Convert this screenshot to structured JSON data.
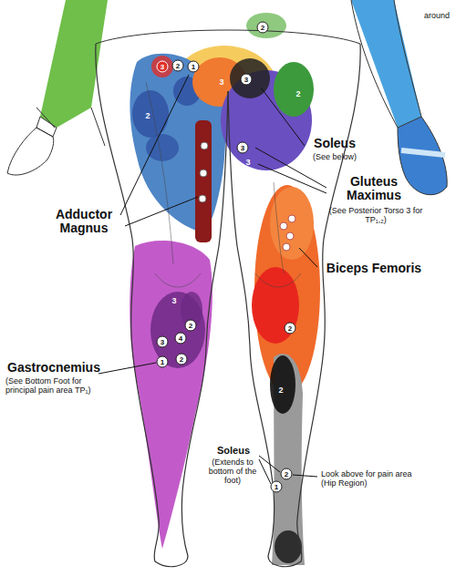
{
  "diagram": {
    "labels": [
      "around",
      "3",
      "2",
      "1",
      "2",
      "3",
      "3",
      "2",
      "2",
      "3",
      "3",
      "Soleus",
      "(See below)",
      "Gluteus Maximus",
      "(See Posterior Torso 3 for TP₁,₂)",
      "Adductor Magnus",
      "Biceps Femoris",
      "3",
      "2",
      "4",
      "3",
      "1",
      "2",
      "2",
      "Gastrocnemius",
      "(See Bottom Foot for principal pain area TP₁)",
      "2",
      "Soleus",
      "(Extends to bottom of the foot)",
      "2",
      "1",
      "Look above for pain area (Hip Region)"
    ]
  }
}
